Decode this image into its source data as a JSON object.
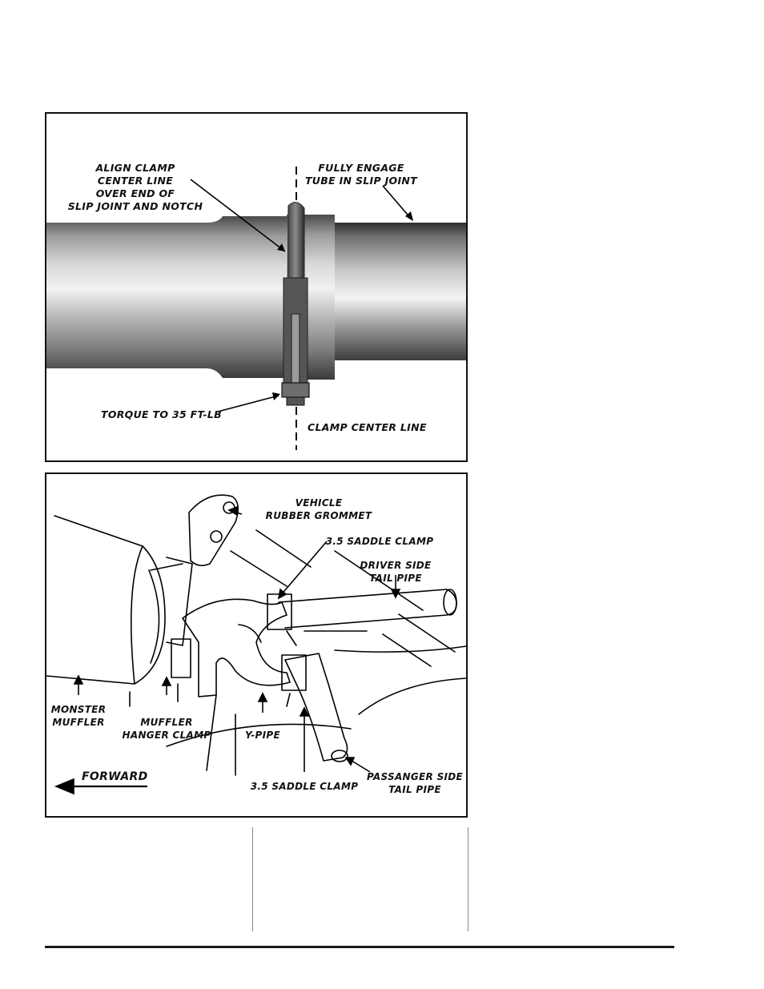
{
  "figure_1": {
    "labels": {
      "align_1": "ALIGN CLAMP",
      "align_2": "CENTER LINE",
      "align_3": "OVER END OF",
      "align_4": "SLIP JOINT AND NOTCH",
      "engage_1": "FULLY ENGAGE",
      "engage_2": "TUBE IN SLIP JOINT",
      "torque": "TORQUE TO 35 FT-LB",
      "centerline": "CLAMP CENTER LINE"
    }
  },
  "figure_2": {
    "labels": {
      "vehicle": "VEHICLE",
      "grommet": "RUBBER GROMMET",
      "saddle_top": "3.5 SADDLE CLAMP",
      "driver_1": "DRIVER SIDE",
      "driver_2": "TAIL PIPE",
      "monster_1": "MONSTER",
      "monster_2": "MUFFLER",
      "hanger_1": "MUFFLER",
      "hanger_2": "HANGER CLAMP",
      "ypipe": "Y-PIPE",
      "saddle_bottom": "3.5 SADDLE CLAMP",
      "passenger_1": "PASSANGER SIDE",
      "passenger_2": "TAIL PIPE",
      "forward": "FORWARD"
    }
  }
}
